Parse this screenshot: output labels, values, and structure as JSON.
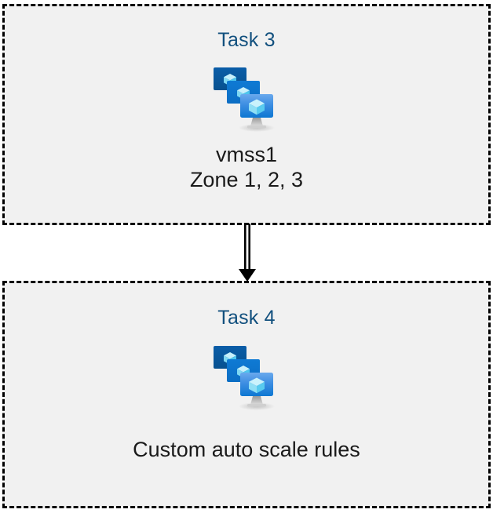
{
  "diagram": {
    "background_color": "#ffffff",
    "box_fill_color": "#f1f1f1",
    "box_border_color": "#000000",
    "title_color": "#12507e",
    "caption_color": "#1a1a1a",
    "arrow_color": "#000000",
    "nodes": [
      {
        "id": "task3",
        "title": "Task 3",
        "icon": "azure-virtual-machine-scale-set-icon",
        "caption": "vmss1\nZone 1, 2, 3"
      },
      {
        "id": "task4",
        "title": "Task 4",
        "icon": "azure-virtual-machine-scale-set-icon",
        "caption": "Custom auto scale rules"
      }
    ],
    "connector": {
      "name": "double-line-down-arrow",
      "from": "task3",
      "to": "task4",
      "style": "double-line",
      "direction": "down"
    },
    "icon_palette": {
      "monitor_back": "#0a5699",
      "monitor_middle": "#0f7ad4",
      "monitor_front_top": "#5ca0ea",
      "monitor_front_bottom": "#0e7ad3",
      "cube_top": "#c7f0fb",
      "cube_left": "#86dcf5",
      "cube_right": "#4fc8ee",
      "stand": "#a8a8a8"
    }
  }
}
